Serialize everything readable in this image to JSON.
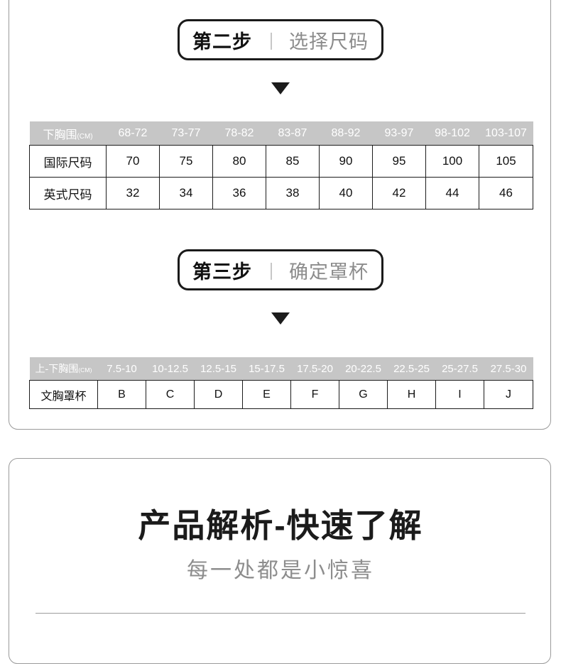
{
  "sections": {
    "size_guide": {
      "step_two": {
        "strong": "第二步",
        "separator": "｜",
        "light": "选择尺码",
        "arrow_icon": "triangle-down-icon"
      },
      "band_table": {
        "header_label": "下胸围",
        "header_unit": "(CM)",
        "header_values": [
          "68-72",
          "73-77",
          "78-82",
          "83-87",
          "88-92",
          "93-97",
          "98-102",
          "103-107"
        ],
        "rows": [
          {
            "label": "国际尺码",
            "values": [
              "70",
              "75",
              "80",
              "85",
              "90",
              "95",
              "100",
              "105"
            ]
          },
          {
            "label": "英式尺码",
            "values": [
              "32",
              "34",
              "36",
              "38",
              "40",
              "42",
              "44",
              "46"
            ]
          }
        ]
      },
      "step_three": {
        "strong": "第三步",
        "separator": "｜",
        "light": "确定罩杯",
        "arrow_icon": "triangle-down-icon"
      },
      "cup_table": {
        "header_label": "上-下胸围",
        "header_unit": "(CM)",
        "header_values": [
          "7.5-10",
          "10-12.5",
          "12.5-15",
          "15-17.5",
          "17.5-20",
          "20-22.5",
          "22.5-25",
          "25-27.5",
          "27.5-30"
        ],
        "rows": [
          {
            "label": "文胸罩杯",
            "values": [
              "B",
              "C",
              "D",
              "E",
              "F",
              "G",
              "H",
              "I",
              "J"
            ]
          }
        ]
      }
    },
    "product_intro": {
      "title": "产品解析-快速了解",
      "subtitle": "每一处都是小惊喜"
    }
  },
  "colors": {
    "table_header_bg": "#c6c6c6",
    "table_header_text": "#ffffff",
    "border": "#1c1c1c",
    "card_border": "#9a9a9a",
    "muted_text": "#8c8c8c",
    "strong_text": "#111111"
  }
}
